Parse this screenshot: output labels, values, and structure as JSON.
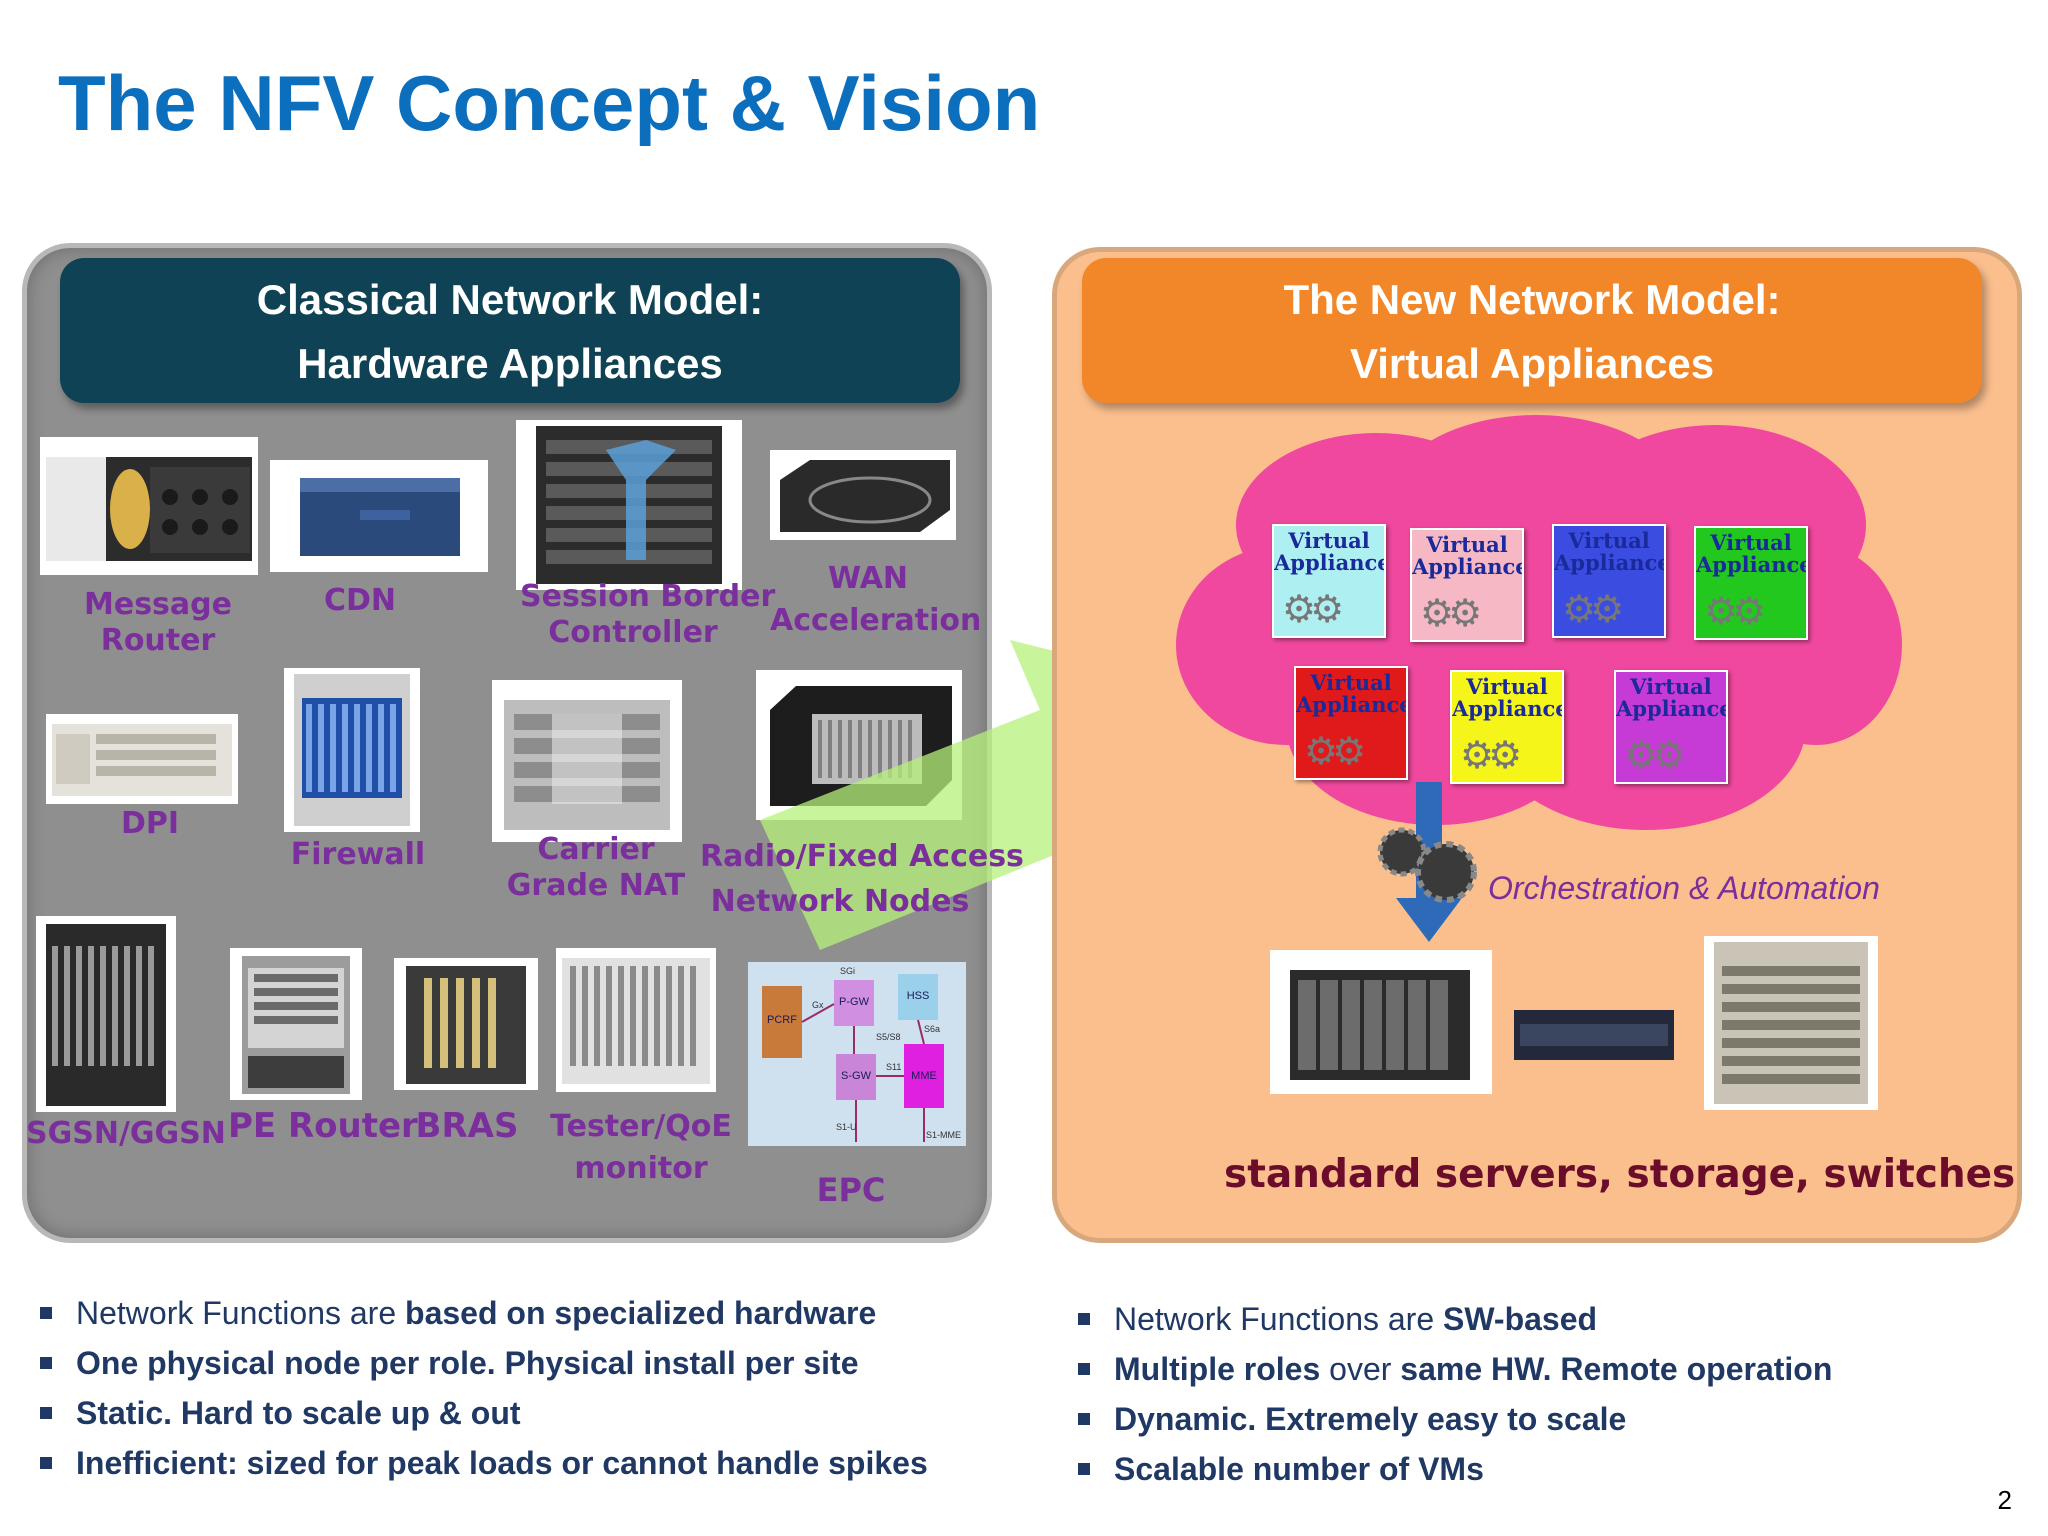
{
  "title": "The NFV Concept & Vision",
  "left": {
    "header_line1": "Classical Network Model:",
    "header_line2": "Hardware Appliances",
    "labels": {
      "message_router": "Message\nRouter",
      "cdn": "CDN",
      "sbc": "Session Border\nController",
      "wan": "WAN\nAcceleration",
      "dpi": "DPI",
      "firewall": "Firewall",
      "cgn": "Carrier\nGrade NAT",
      "radio": "Radio/Fixed Access\nNetwork Nodes",
      "sgsn": "SGSN/GGSN",
      "pe": "PE Router",
      "bras": "BRAS",
      "tester": "Tester/QoE\nmonitor",
      "epc": "EPC"
    },
    "epc_diagram": {
      "pcrf": "PCRF",
      "pgw": "P-GW",
      "hss": "HSS",
      "sgw": "S-GW",
      "mme": "MME",
      "gx": "Gx",
      "sgi": "SGi",
      "s5s8": "S5/S8",
      "s6a": "S6a",
      "s11": "S11",
      "s1u": "S1-U",
      "s1mme": "S1-MME"
    },
    "bullets": [
      {
        "normal": "Network Functions are ",
        "bold": "based on specialized hardware"
      },
      {
        "normal": "",
        "bold": "One physical node per role. Physical install per site"
      },
      {
        "normal": "",
        "bold": "Static. Hard to scale up & out"
      },
      {
        "normal": "",
        "bold": "Inefficient: sized for peak loads or cannot handle spikes"
      }
    ]
  },
  "right": {
    "header_line1": "The New Network Model:",
    "header_line2": "Virtual Appliances",
    "va_label_line1": "Virtual",
    "va_label_line2": "Appliance",
    "va_colors": [
      "#aef0f2",
      "#f6b8c4",
      "#3a4de0",
      "#22c81e",
      "#e01a1a",
      "#f5f51a",
      "#c63ad6"
    ],
    "cloud_color": "#f0489e",
    "orchestration": "Orchestration & Automation",
    "standard_hw": "standard servers, storage, switches",
    "bullets": [
      {
        "parts": [
          {
            "t": "Network Functions are ",
            "b": false
          },
          {
            "t": "SW-based",
            "b": true
          }
        ]
      },
      {
        "parts": [
          {
            "t": "Multiple roles",
            "b": true
          },
          {
            "t": " over ",
            "b": false
          },
          {
            "t": "same HW. Remote operation",
            "b": true
          }
        ]
      },
      {
        "parts": [
          {
            "t": "Dynamic. Extremely easy to scale",
            "b": true
          }
        ]
      },
      {
        "parts": [
          {
            "t": "Scalable number of VMs",
            "b": true
          }
        ]
      }
    ]
  },
  "page_number": "2"
}
